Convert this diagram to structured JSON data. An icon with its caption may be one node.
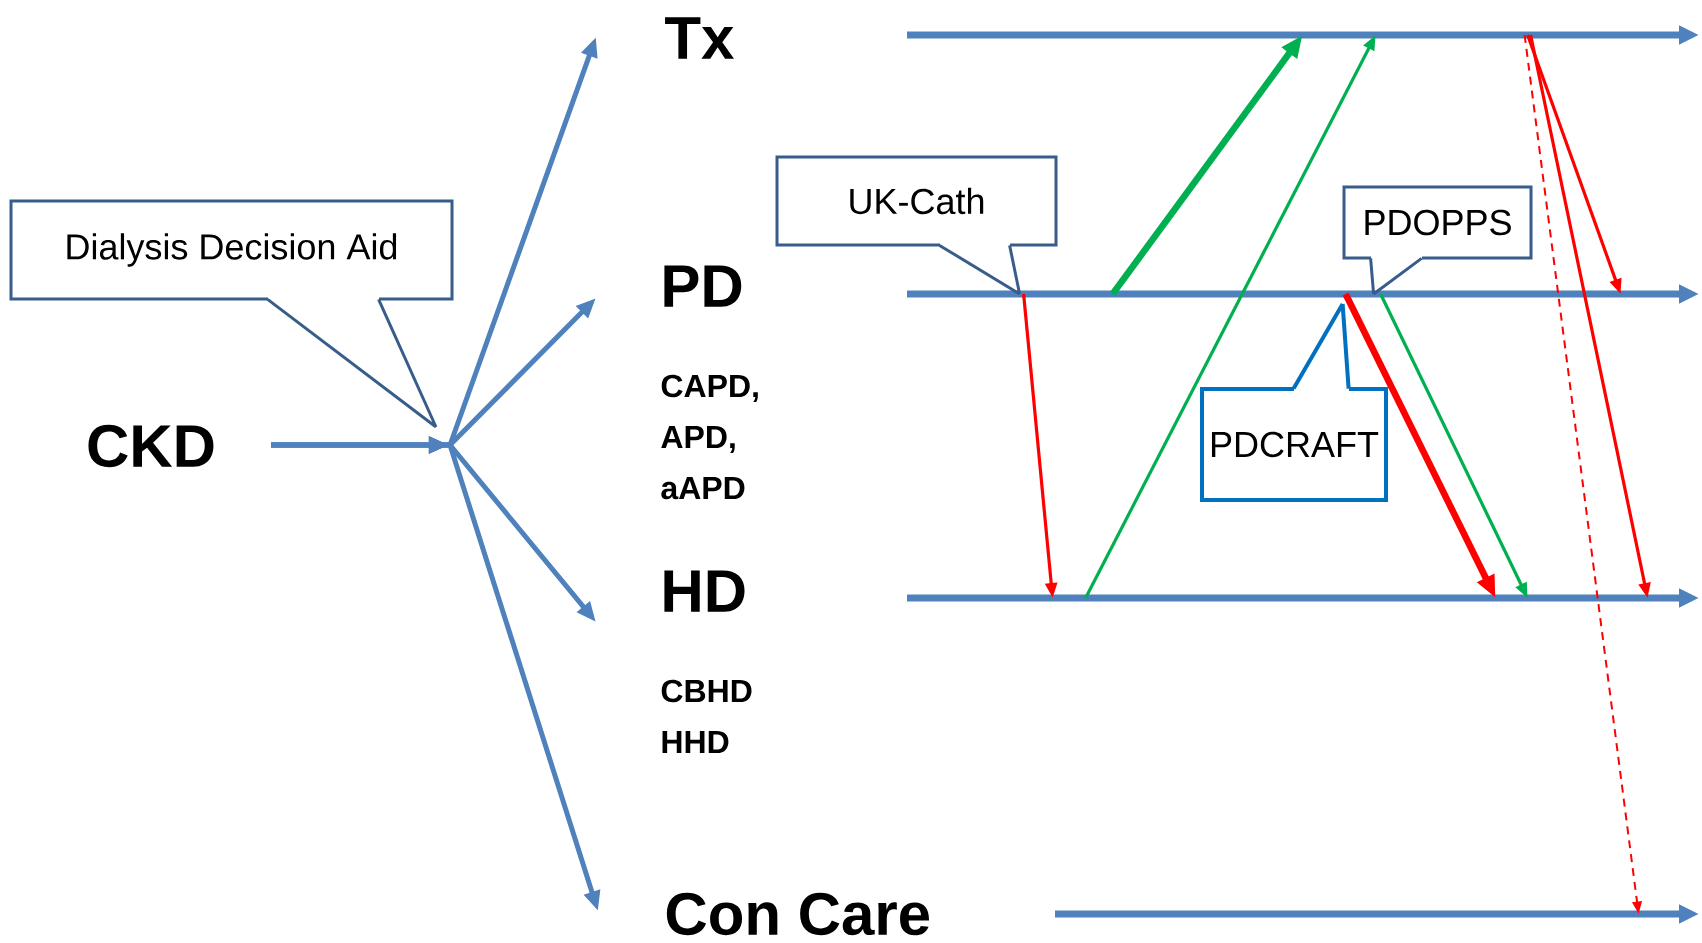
{
  "diagram": {
    "nodes": [
      {
        "text": [
          "CKD"
        ]
      },
      {
        "text": [
          "Tx"
        ]
      },
      {
        "text": [
          "PD",
          "CAPD, APD, aAPD"
        ]
      },
      {
        "text": [
          "HD",
          "CBHD HHD"
        ]
      },
      {
        "text": [
          "Con Care"
        ]
      },
      {
        "text": [
          "Dialysis Decision Aid"
        ]
      },
      {
        "text": [
          "UK-Cath"
        ]
      },
      {
        "text": [
          "PDOPPS"
        ]
      },
      {
        "text": [
          "PDCRAFT"
        ]
      },
      {
        "text": [],
        "shape": "arrow"
      },
      {
        "text": [],
        "shape": "arrow"
      },
      {
        "text": [],
        "shape": "arrow"
      },
      {
        "text": [],
        "shape": "arrow"
      }
    ],
    "edges": [
      {
        "from": 0,
        "to": 1,
        "arrow": "to",
        "color": "#4f81bd"
      },
      {
        "from": 0,
        "to": 2,
        "arrow": "to",
        "color": "#4f81bd"
      },
      {
        "from": 0,
        "to": 3,
        "arrow": "to",
        "color": "#4f81bd"
      },
      {
        "from": 0,
        "to": 4,
        "arrow": "to",
        "color": "#4f81bd"
      },
      {
        "from": 10,
        "to": 9,
        "arrow": "to",
        "style": "thick",
        "color": "#00b050"
      },
      {
        "from": 11,
        "to": 9,
        "arrow": "to",
        "color": "#00b050"
      },
      {
        "from": 10,
        "to": 11,
        "arrow": "to",
        "color": "#ff0000"
      },
      {
        "from": 10,
        "to": 11,
        "arrow": "to",
        "style": "thick",
        "color": "#ff0000"
      },
      {
        "from": 10,
        "to": 11,
        "arrow": "to",
        "color": "#00b050"
      },
      {
        "from": 9,
        "to": 10,
        "arrow": "to",
        "color": "#ff0000"
      },
      {
        "from": 9,
        "to": 11,
        "arrow": "to",
        "color": "#ff0000"
      },
      {
        "from": 9,
        "to": 12,
        "arrow": "to",
        "style": "dashed",
        "color": "#ff0000"
      },
      {
        "from": 5,
        "to": null,
        "arrow": "none",
        "color": "#385d8a"
      },
      {
        "from": 6,
        "to": 10,
        "arrow": "none",
        "color": "#385d8a"
      },
      {
        "from": 7,
        "to": 10,
        "arrow": "none",
        "color": "#385d8a"
      },
      {
        "from": 8,
        "to": 10,
        "arrow": "none",
        "color": "#0070c0"
      }
    ]
  }
}
